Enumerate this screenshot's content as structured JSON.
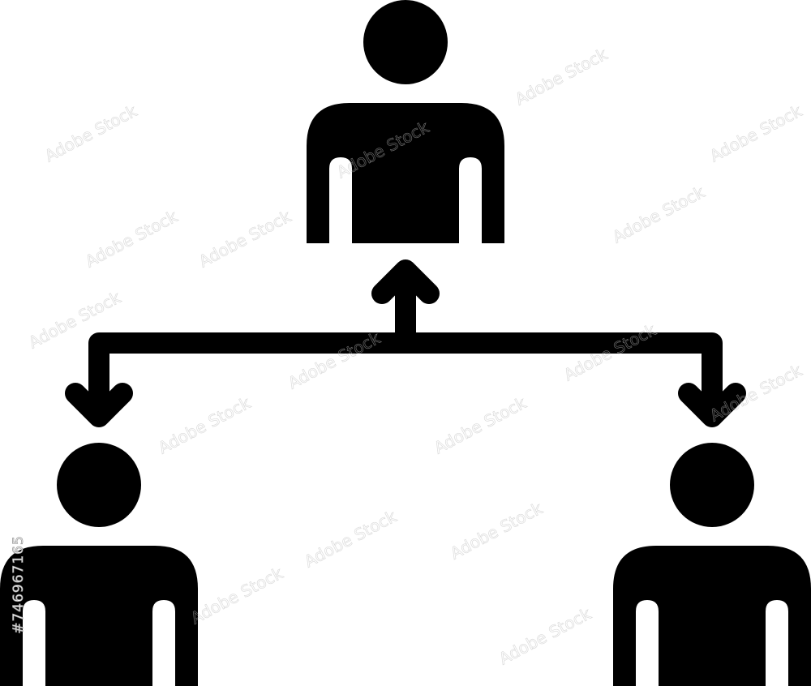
{
  "figure": {
    "people": [
      {
        "id": "top",
        "role": "top"
      },
      {
        "id": "bottom-left",
        "role": "bottom-left"
      },
      {
        "id": "bottom-right",
        "role": "bottom-right"
      }
    ],
    "colors": {
      "ink": "#000000",
      "background": "#ffffff",
      "watermark": "#c8c8c8"
    }
  },
  "watermark": {
    "brand": "Adobe Stock",
    "stock_number": "#746967165"
  }
}
